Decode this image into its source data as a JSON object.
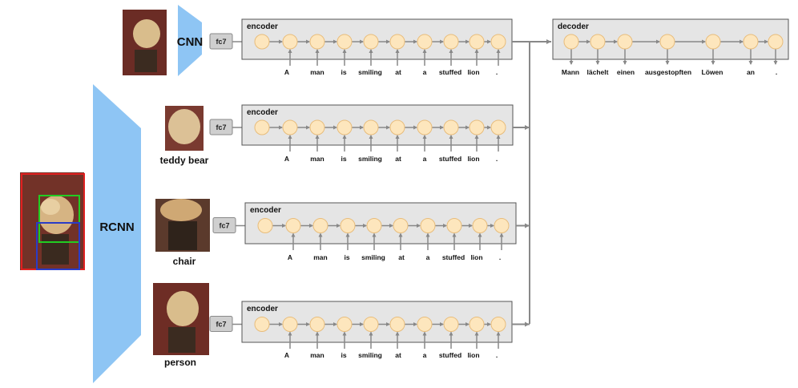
{
  "cnn_label": "CNN",
  "rcnn_label": "RCNN",
  "fc7_label": "fc7",
  "encoder_title": "encoder",
  "decoder_title": "decoder",
  "source_words": [
    "A",
    "man",
    "is",
    "smiling",
    "at",
    "a",
    "stuffed",
    "lion",
    "."
  ],
  "target_words": [
    "Mann",
    "lächelt",
    "einen",
    "ausgestopften",
    "Löwen",
    "an",
    "."
  ],
  "region_labels": [
    "teddy bear",
    "chair",
    "person"
  ],
  "colors": {
    "network_blue": "#8ec5f4",
    "node_fill": "#fde6bd",
    "node_stroke": "#e8bd7c",
    "box_fill": "#e5e5e5",
    "box_stroke": "#555555",
    "arrow": "#888888",
    "bbox_red": "#e02020",
    "bbox_green": "#22cc22",
    "bbox_blue": "#2a3cc8"
  }
}
